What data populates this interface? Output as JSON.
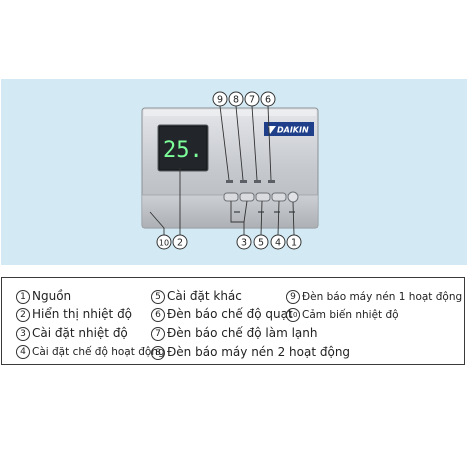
{
  "device": {
    "brand": "DAIKIN",
    "display_value": "25."
  },
  "callouts": {
    "top": [
      "9",
      "8",
      "7",
      "6"
    ],
    "bottom_left": [
      "10",
      "2"
    ],
    "bottom_right": [
      "3",
      "5",
      "4",
      "1"
    ]
  },
  "legend": {
    "col1": [
      {
        "num": "1",
        "label": "Nguồn"
      },
      {
        "num": "2",
        "label": "Hiển thị nhiệt độ"
      },
      {
        "num": "3",
        "label": "Cài đặt nhiệt độ"
      },
      {
        "num": "4",
        "label": "Cài đặt chế độ hoạt động"
      }
    ],
    "col2": [
      {
        "num": "5",
        "label": "Cài đặt khác"
      },
      {
        "num": "6",
        "label": "Đèn báo chế độ quạt"
      },
      {
        "num": "7",
        "label": "Đèn báo chế độ làm lạnh"
      },
      {
        "num": "8",
        "label": "Đèn báo máy nén 2 hoạt động"
      }
    ],
    "col3": [
      {
        "num": "9",
        "label": "Đèn báo máy nén 1 hoạt động"
      },
      {
        "num": "10",
        "label": "Cảm biến nhiệt độ"
      }
    ]
  },
  "colors": {
    "panel_bg": "#d3eaf4",
    "device_body": "#c9ccd1",
    "lcd_bg": "#1a1d1f",
    "lcd_digits": "#7dff9a"
  }
}
